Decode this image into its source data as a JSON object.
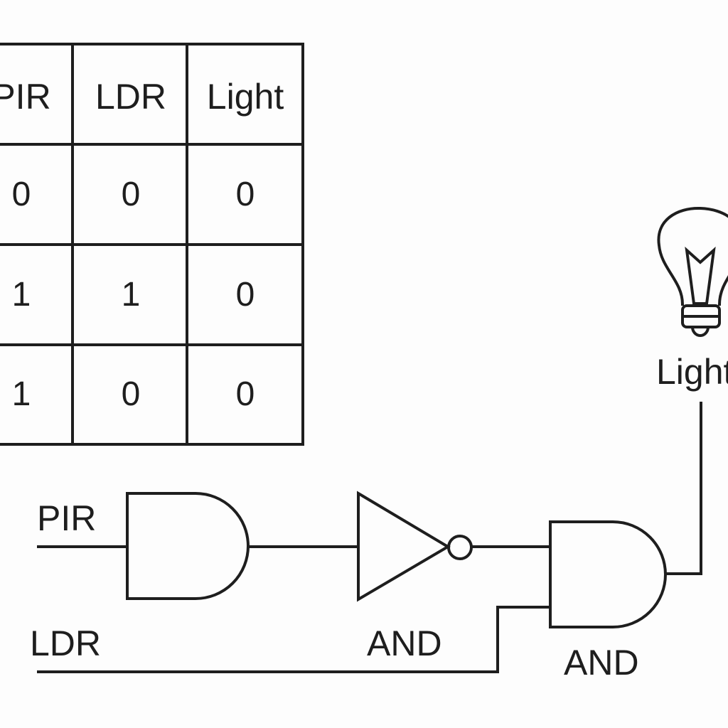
{
  "truth_table": {
    "headers": [
      "PIR",
      "LDR",
      "Light"
    ],
    "rows": [
      [
        "0",
        "0",
        "0"
      ],
      [
        "1",
        "1",
        "0"
      ],
      [
        "1",
        "0",
        "0"
      ]
    ]
  },
  "circuit": {
    "inputs": {
      "pir_label": "PIR",
      "ldr_label": "LDR"
    },
    "gates": [
      {
        "id": "gate-1",
        "type": "AND"
      },
      {
        "id": "gate-2",
        "type": "NOT",
        "label": "AND"
      },
      {
        "id": "gate-3",
        "type": "AND",
        "label": "AND"
      }
    ],
    "output": {
      "label": "Light",
      "icon": "lightbulb-icon"
    }
  }
}
